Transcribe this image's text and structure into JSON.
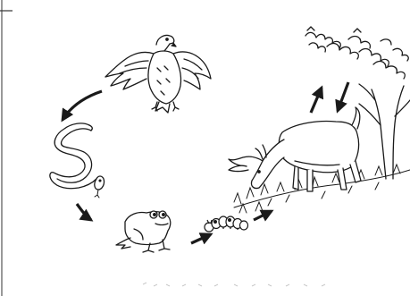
{
  "diagram": {
    "type": "food-web illustration",
    "style": "black line drawing on white",
    "line_color": "#1a1a1a",
    "background_color": "#ffffff",
    "organisms": [
      {
        "id": "eagle",
        "icon": "eagle-icon"
      },
      {
        "id": "snake",
        "icon": "snake-icon"
      },
      {
        "id": "frog",
        "icon": "frog-icon"
      },
      {
        "id": "caterpillar",
        "icon": "caterpillar-icon"
      },
      {
        "id": "goat",
        "icon": "goat-icon"
      },
      {
        "id": "tree",
        "icon": "tree-icon"
      }
    ],
    "arrows": [
      {
        "from": "eagle",
        "to": "snake"
      },
      {
        "from": "snake",
        "to": "frog"
      },
      {
        "from": "frog",
        "to": "caterpillar"
      },
      {
        "from": "caterpillar",
        "to": "goat"
      },
      {
        "from": "goat",
        "to": "tree"
      },
      {
        "from": "tree",
        "to": "goat"
      }
    ]
  }
}
